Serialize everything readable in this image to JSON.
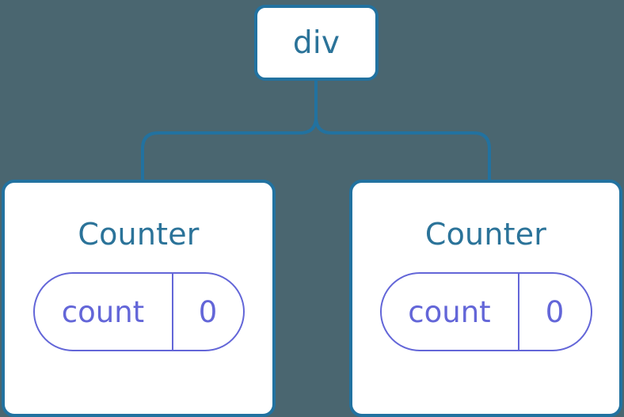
{
  "diagram": {
    "title": "react-component-tree-with-state",
    "background_color": "#4a6670",
    "node_border_color": "#2272a0",
    "node_text_color": "#2b7399",
    "pill_color": "#6366d8",
    "connector_color": "#2272a0",
    "root": {
      "label": "div"
    },
    "children": [
      {
        "label": "Counter",
        "state": {
          "key": "count",
          "value": "0"
        }
      },
      {
        "label": "Counter",
        "state": {
          "key": "count",
          "value": "0"
        }
      }
    ]
  }
}
